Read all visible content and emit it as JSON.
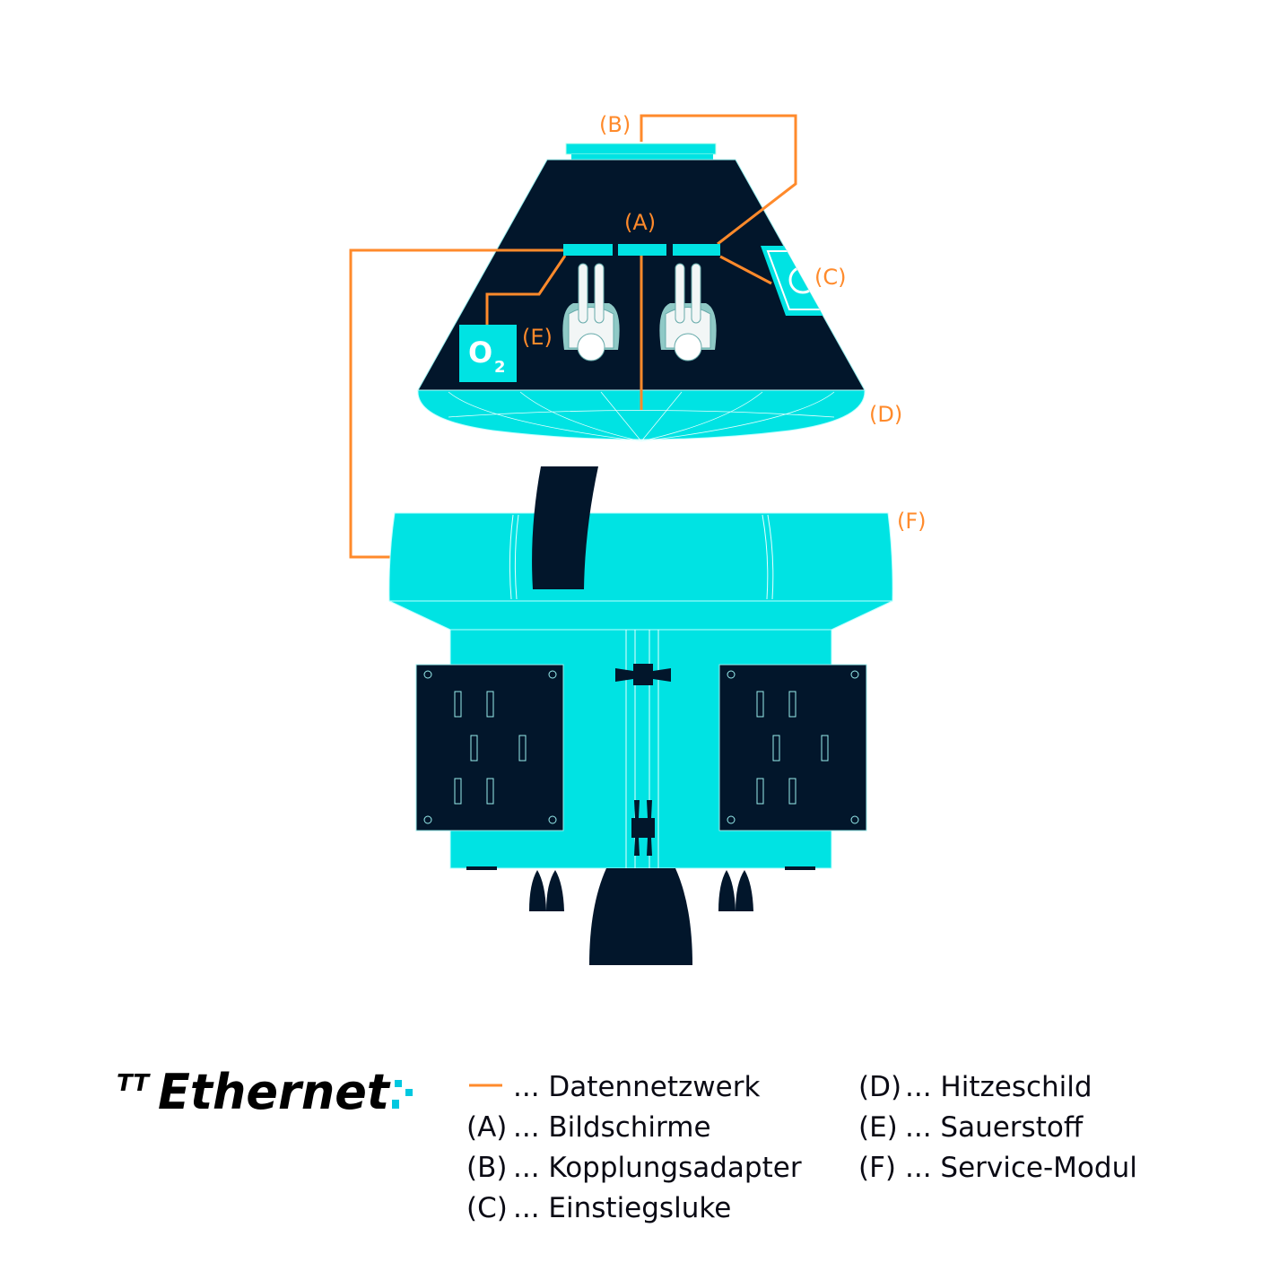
{
  "colors": {
    "navy": "#02162b",
    "cyan": "#00e3e3",
    "orange": "#ff8a2b"
  },
  "labels": {
    "A": "(A)",
    "B": "(B)",
    "C": "(C)",
    "D": "(D)",
    "E": "(E)",
    "F": "(F)"
  },
  "o2": {
    "main": "O",
    "sub": "2"
  },
  "logo": {
    "prefix": "TT",
    "word": "Ethernet"
  },
  "legend": {
    "network": "... Datennetzwerk",
    "items": [
      {
        "key": "(A)",
        "text": "... Bildschirme"
      },
      {
        "key": "(B)",
        "text": "... Kopplungsadapter"
      },
      {
        "key": "(C)",
        "text": "... Einstiegsluke"
      },
      {
        "key": "(D)",
        "text": "... Hitzeschild"
      },
      {
        "key": "(E)",
        "text": "... Sauerstoff"
      },
      {
        "key": "(F)",
        "text": "... Service-Modul"
      }
    ]
  }
}
